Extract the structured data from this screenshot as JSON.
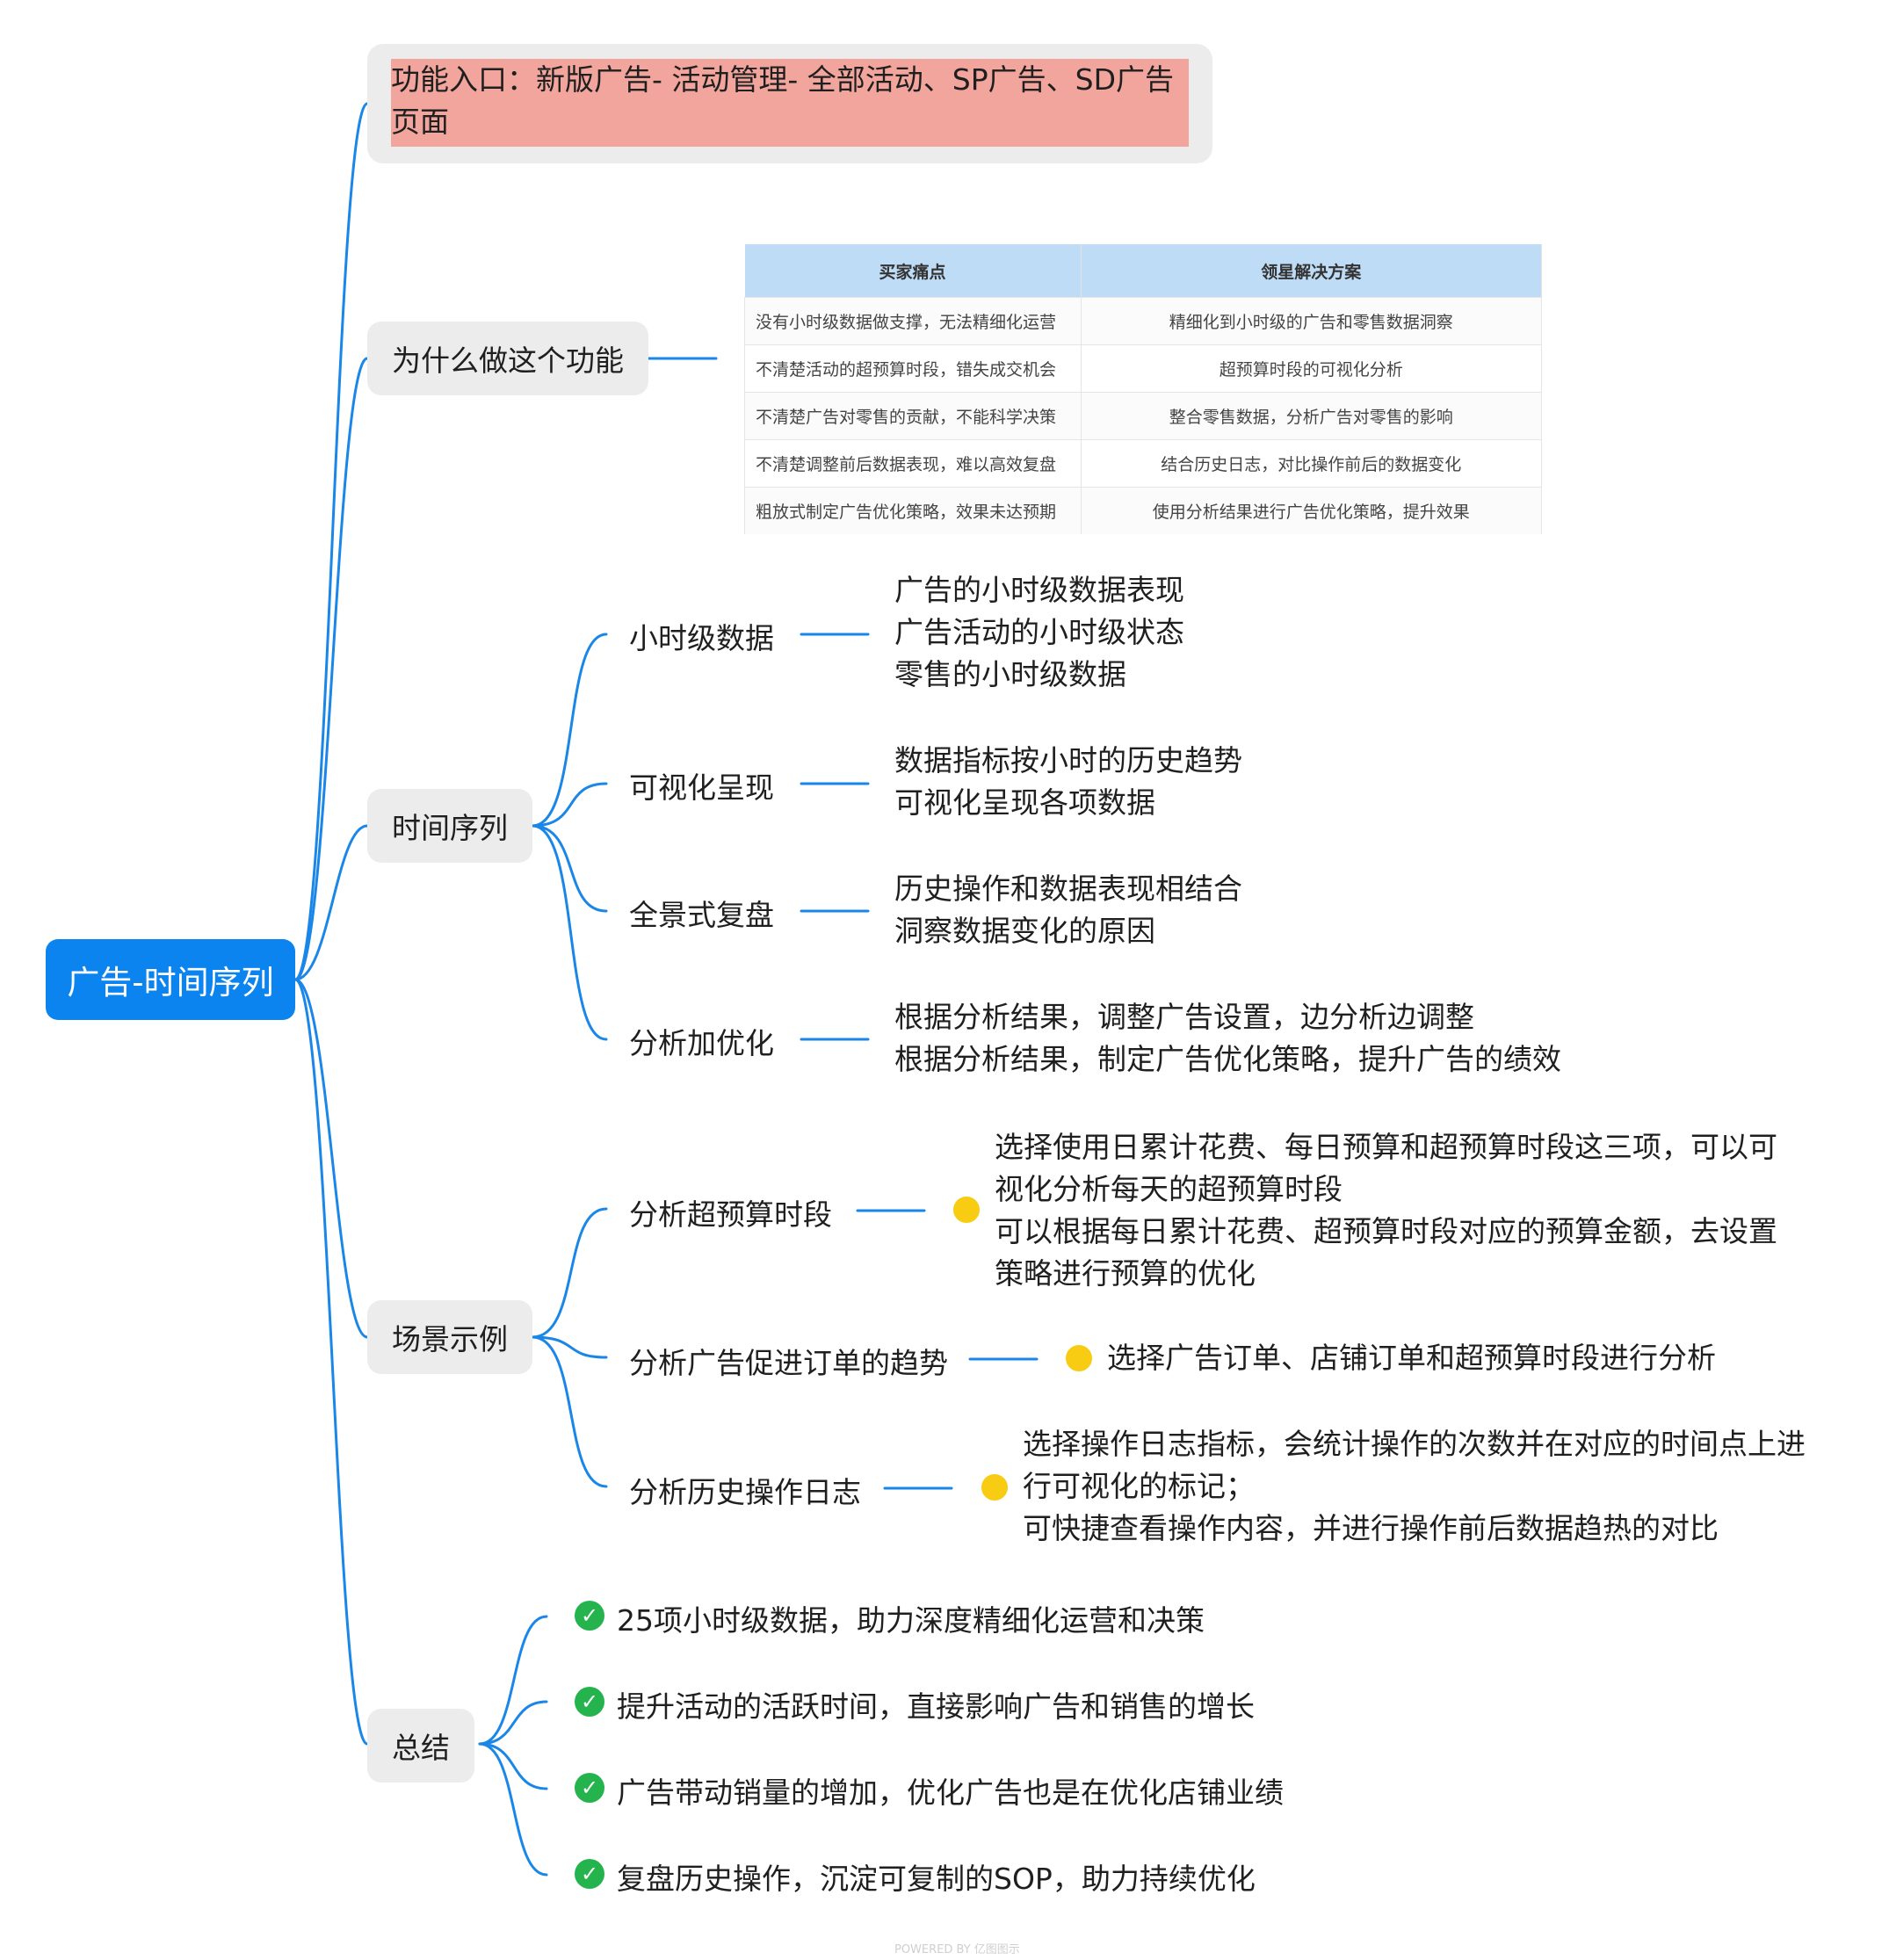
{
  "root": {
    "label": "广告-时间序列"
  },
  "entry": {
    "text": "功能入口：新版广告- 活动管理- 全部活动、SP广告、SD广告页面"
  },
  "why": {
    "label": "为什么做这个功能",
    "table": {
      "headers": [
        "买家痛点",
        "领星解决方案"
      ],
      "rows": [
        [
          "没有小时级数据做支撑，无法精细化运营",
          "精细化到小时级的广告和零售数据洞察"
        ],
        [
          "不清楚活动的超预算时段，错失成交机会",
          "超预算时段的可视化分析"
        ],
        [
          "不清楚广告对零售的贡献，不能科学决策",
          "整合零售数据，分析广告对零售的影响"
        ],
        [
          "不清楚调整前后数据表现，难以高效复盘",
          "结合历史日志，对比操作前后的数据变化"
        ],
        [
          "粗放式制定广告优化策略，效果未达预期",
          "使用分析结果进行广告优化策略，提升效果"
        ]
      ]
    }
  },
  "timeseries": {
    "label": "时间序列",
    "children": [
      {
        "label": "小时级数据",
        "lines": [
          "广告的小时级数据表现",
          "广告活动的小时级状态",
          "零售的小时级数据"
        ]
      },
      {
        "label": "可视化呈现",
        "lines": [
          "数据指标按小时的历史趋势",
          "可视化呈现各项数据"
        ]
      },
      {
        "label": "全景式复盘",
        "lines": [
          "历史操作和数据表现相结合",
          "洞察数据变化的原因"
        ]
      },
      {
        "label": "分析加优化",
        "lines": [
          "根据分析结果，调整广告设置，边分析边调整",
          "根据分析结果，制定广告优化策略，提升广告的绩效"
        ]
      }
    ]
  },
  "scenarios": {
    "label": "场景示例",
    "children": [
      {
        "label": "分析超预算时段",
        "text": "选择使用日累计花费、每日预算和超预算时段这三项，可以可视化分析每天的超预算时段\n可以根据每日累计花费、超预算时段对应的预算金额，去设置策略进行预算的优化"
      },
      {
        "label": "分析广告促进订单的趋势",
        "text": "选择广告订单、店铺订单和超预算时段进行分析"
      },
      {
        "label": "分析历史操作日志",
        "text": "选择操作日志指标，会统计操作的次数并在对应的时间点上进行可视化的标记；\n可快捷查看操作内容，并进行操作前后数据趋热的对比"
      }
    ]
  },
  "summary": {
    "label": "总结",
    "items": [
      "25项小时级数据，助力深度精细化运营和决策",
      "提升活动的活跃时间，直接影响广告和销售的增长",
      "广告带动销量的增加，优化广告也是在优化店铺业绩",
      "复盘历史操作，沉淀可复制的SOP，助力持续优化"
    ]
  },
  "footer": {
    "powered": "POWERED BY 亿图图示"
  },
  "colors": {
    "accent": "#0b84f0",
    "edge": "#1a87e8",
    "highlight": "#f2a59c",
    "dot": "#f7cc12",
    "check": "#24b34c"
  }
}
